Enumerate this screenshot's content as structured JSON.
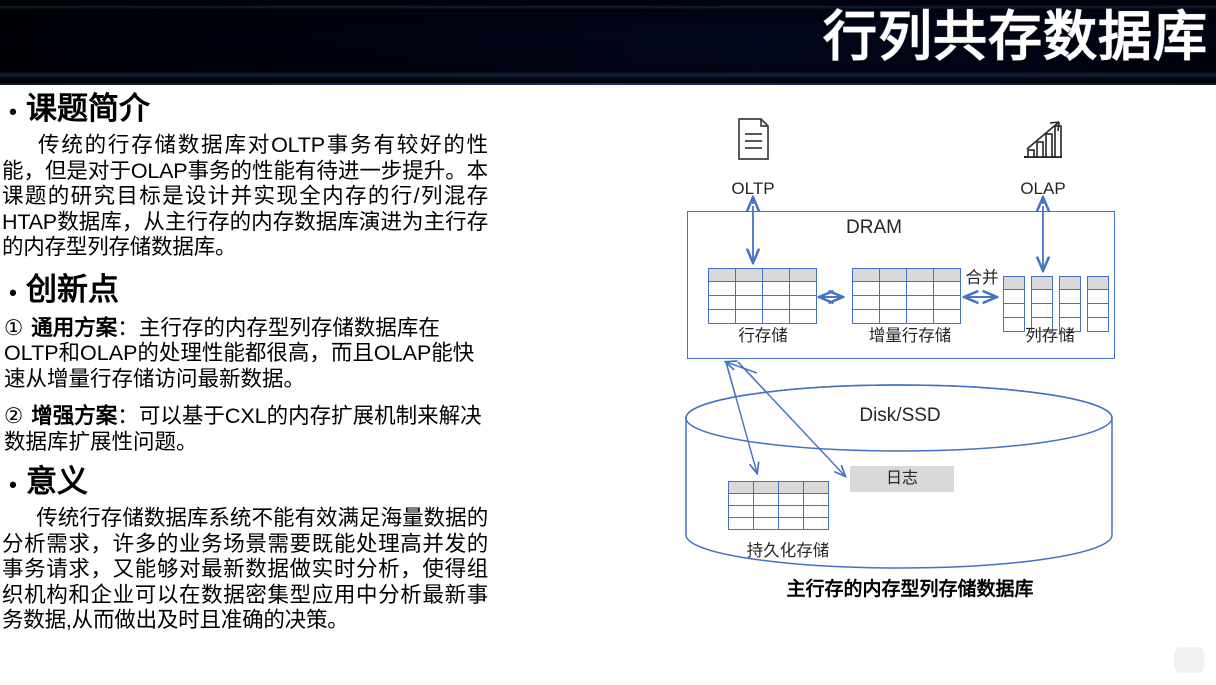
{
  "slide": {
    "title": "行列共存数据库"
  },
  "sections": [
    {
      "heading": "课题简介",
      "bullet": "•",
      "paragraph": "传统的行存储数据库对OLTP事务有较好的性能，但是对于OLAP事务的性能有待进一步提升。本课题的研究目标是设计并实现全内存的行/列混存HTAP数据库，从主行存的内存数据库演进为主行存的内存型列存储数据库。"
    },
    {
      "heading": "创新点",
      "bullet": "•",
      "items": [
        {
          "number": "①",
          "label": "通用方案",
          "separator": "：",
          "text": "主行存的内存型列存储数据库在OLTP和OLAP的处理性能都很高，而且OLAP能快速从增量行存储访问最新数据。"
        },
        {
          "number": "②",
          "label": "增强方案",
          "separator": "：",
          "text": "可以基于CXL的内存扩展机制来解决数据库扩展性问题。"
        }
      ]
    },
    {
      "heading": "意义",
      "bullet": "•",
      "paragraph": "传统行存储数据库系统不能有效满足海量数据的分析需求，许多的业务场景需要既能处理高并发的事务请求，又能够对最新数据做实时分析，使得组织机构和企业可以在数据密集型应用中分析最新事务数据,从而做出及时且准确的决策。"
    }
  ],
  "diagram": {
    "caption": "主行存的内存型列存储数据库",
    "clients": [
      {
        "label": "OLTP",
        "icon": "document-icon"
      },
      {
        "label": "OLAP",
        "icon": "bar-chart-trend-icon"
      }
    ],
    "dram": {
      "title": "DRAM",
      "stores": [
        {
          "label": "行存储",
          "cols": 4,
          "rows": 3
        },
        {
          "label": "增量行存储",
          "cols": 4,
          "rows": 3
        },
        {
          "label": "列存储",
          "cols": 4,
          "rows": 3
        }
      ],
      "merge_label": "合并"
    },
    "disk": {
      "title": "Disk/SSD",
      "persist_label": "持久化存储",
      "log_label": "日志"
    }
  },
  "colors": {
    "banner_dark": "#05102a",
    "banner_mid": "#10325f",
    "diagram_blue": "#4472C4",
    "header_gray": "#d9d9d9",
    "text_black": "#000000"
  }
}
